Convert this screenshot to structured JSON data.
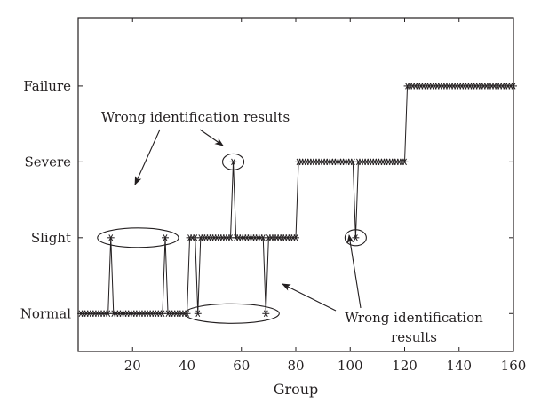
{
  "chart_data": {
    "type": "scatter",
    "title": "",
    "xlabel": "Group",
    "ylabel": "",
    "xlim": [
      0,
      160
    ],
    "xticks": [
      20,
      40,
      60,
      80,
      100,
      120,
      140,
      160
    ],
    "ylim": [
      0.5,
      4.9
    ],
    "yticks": [
      {
        "value": 1,
        "label": "Normal"
      },
      {
        "value": 2,
        "label": "Slight"
      },
      {
        "value": 3,
        "label": "Severe"
      },
      {
        "value": 4,
        "label": "Failure"
      }
    ],
    "grid": false,
    "legend": "none",
    "segments": [
      {
        "x_start": 1,
        "x_end": 40,
        "y": 1
      },
      {
        "x_start": 41,
        "x_end": 80,
        "y": 2
      },
      {
        "x_start": 81,
        "x_end": 120,
        "y": 3
      },
      {
        "x_start": 121,
        "x_end": 160,
        "y": 4
      }
    ],
    "misidentified_points": [
      {
        "x": 12,
        "y": 2
      },
      {
        "x": 32,
        "y": 2
      },
      {
        "x": 57,
        "y": 3
      },
      {
        "x": 44,
        "y": 1
      },
      {
        "x": 69,
        "y": 1
      },
      {
        "x": 102,
        "y": 2
      }
    ],
    "annotations": [
      {
        "lines": [
          "Wrong identification results"
        ]
      },
      {
        "lines": [
          "Wrong identification",
          "results"
        ]
      }
    ]
  }
}
